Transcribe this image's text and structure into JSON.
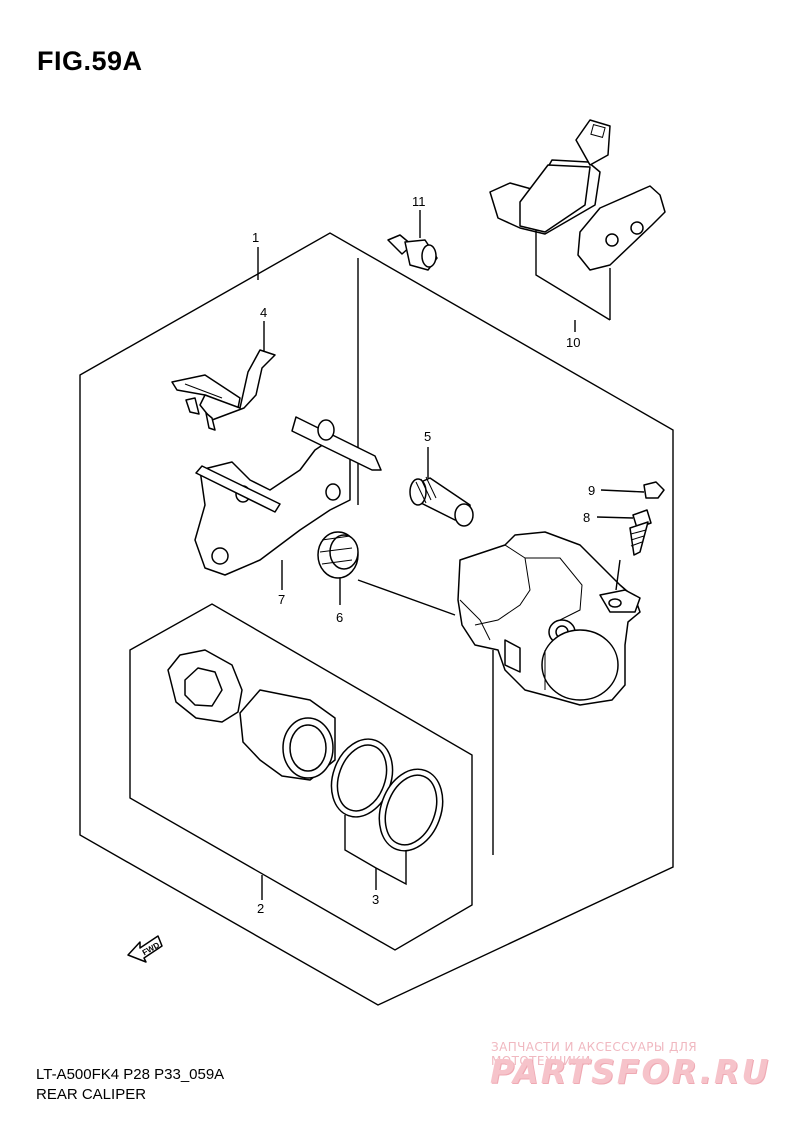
{
  "figure": {
    "title": "FIG.59A"
  },
  "footer": {
    "model_code": "LT-A500FK4 P28 P33_059A",
    "caption": "REAR CALIPER"
  },
  "fwd_label": "FWD",
  "callouts": [
    "1",
    "2",
    "3",
    "4",
    "5",
    "6",
    "7",
    "8",
    "9",
    "10",
    "11"
  ],
  "watermark": {
    "tagline": "ЗАПЧАСТИ И АКСЕССУАРЫ ДЛЯ МОТОТЕХНИКИ",
    "brand": "PARTSFOR.RU"
  },
  "colors": {
    "line": "#000000",
    "background": "#ffffff",
    "watermark": "#f6c3ca"
  }
}
